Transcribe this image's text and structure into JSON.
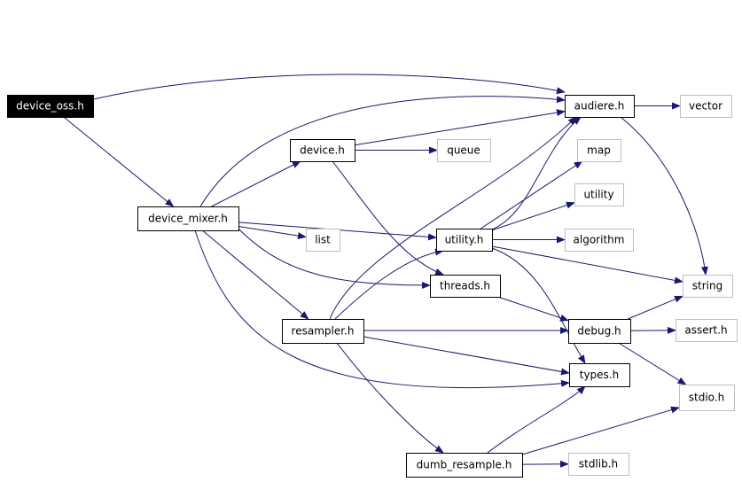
{
  "colors": {
    "edge": "#191970",
    "root_fill": "#000000",
    "root_text": "#ffffff",
    "node_border": "#000000",
    "external_border": "#bfbfbf",
    "text": "#000000"
  },
  "nodes": {
    "device_oss": {
      "label": "device_oss.h",
      "kind": "root"
    },
    "audiere": {
      "label": "audiere.h",
      "kind": "documented"
    },
    "vector": {
      "label": "vector",
      "kind": "external"
    },
    "device": {
      "label": "device.h",
      "kind": "documented"
    },
    "queue": {
      "label": "queue",
      "kind": "external"
    },
    "map": {
      "label": "map",
      "kind": "external"
    },
    "device_mixer": {
      "label": "device_mixer.h",
      "kind": "documented"
    },
    "utility_std": {
      "label": "utility",
      "kind": "external"
    },
    "list": {
      "label": "list",
      "kind": "external"
    },
    "utility_h": {
      "label": "utility.h",
      "kind": "documented"
    },
    "algorithm": {
      "label": "algorithm",
      "kind": "external"
    },
    "threads": {
      "label": "threads.h",
      "kind": "documented"
    },
    "string": {
      "label": "string",
      "kind": "external"
    },
    "resampler": {
      "label": "resampler.h",
      "kind": "documented"
    },
    "debug": {
      "label": "debug.h",
      "kind": "documented"
    },
    "assert": {
      "label": "assert.h",
      "kind": "external"
    },
    "types": {
      "label": "types.h",
      "kind": "documented"
    },
    "stdio": {
      "label": "stdio.h",
      "kind": "external"
    },
    "dumb_resample": {
      "label": "dumb_resample.h",
      "kind": "documented"
    },
    "stdlib": {
      "label": "stdlib.h",
      "kind": "external"
    }
  },
  "edges": [
    [
      "device_oss",
      "audiere"
    ],
    [
      "device_oss",
      "device_mixer"
    ],
    [
      "device_mixer",
      "audiere"
    ],
    [
      "device_mixer",
      "device"
    ],
    [
      "device_mixer",
      "utility_h"
    ],
    [
      "device_mixer",
      "list"
    ],
    [
      "device_mixer",
      "threads"
    ],
    [
      "device_mixer",
      "resampler"
    ],
    [
      "device_mixer",
      "types"
    ],
    [
      "device",
      "audiere"
    ],
    [
      "device",
      "queue"
    ],
    [
      "device",
      "threads"
    ],
    [
      "audiere",
      "vector"
    ],
    [
      "audiere",
      "string"
    ],
    [
      "utility_h",
      "audiere"
    ],
    [
      "utility_h",
      "map"
    ],
    [
      "utility_h",
      "utility_std"
    ],
    [
      "utility_h",
      "algorithm"
    ],
    [
      "utility_h",
      "string"
    ],
    [
      "utility_h",
      "types"
    ],
    [
      "threads",
      "debug"
    ],
    [
      "resampler",
      "audiere"
    ],
    [
      "resampler",
      "utility_h"
    ],
    [
      "resampler",
      "debug"
    ],
    [
      "resampler",
      "types"
    ],
    [
      "resampler",
      "dumb_resample"
    ],
    [
      "debug",
      "string"
    ],
    [
      "debug",
      "assert"
    ],
    [
      "debug",
      "stdio"
    ],
    [
      "dumb_resample",
      "types"
    ],
    [
      "dumb_resample",
      "stdio"
    ],
    [
      "dumb_resample",
      "stdlib"
    ]
  ]
}
